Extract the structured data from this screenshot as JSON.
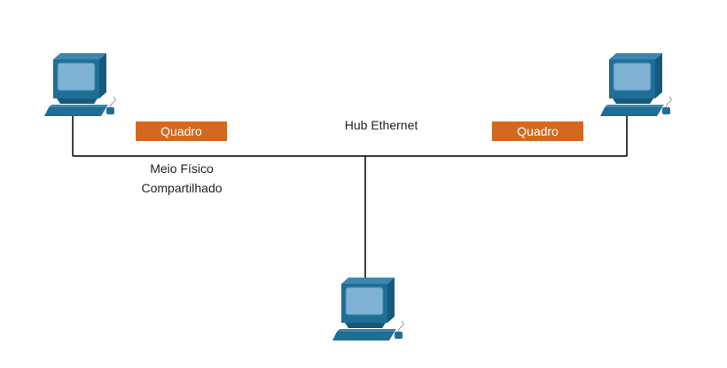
{
  "colors": {
    "frame_fill": "#D2691E",
    "line": "#000000",
    "monitor_front": "#1E6E96",
    "monitor_dark": "#155A7C",
    "screen": "#7FB2D3",
    "screen_edge": "#3D86B0"
  },
  "labels": {
    "hub": "Hub Ethernet",
    "medium_line1": "Meio Físico",
    "medium_line2": "Compartilhado",
    "frame_left": "Quadro",
    "frame_right": "Quadro"
  },
  "icons": {
    "computer": "computer-icon"
  }
}
